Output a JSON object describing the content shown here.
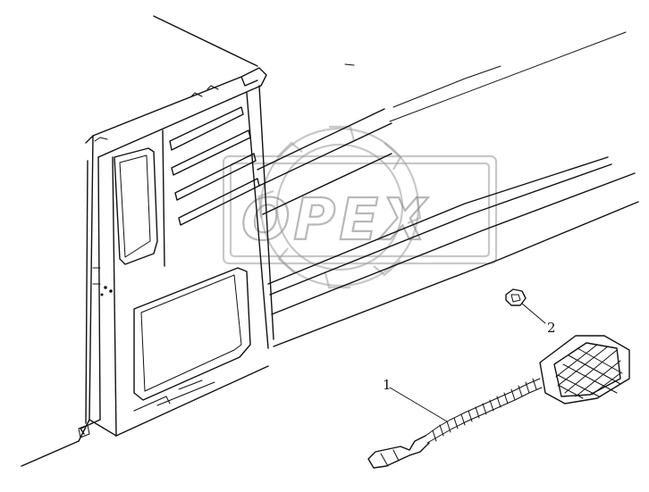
{
  "diagram": {
    "callouts": [
      {
        "id": "1",
        "label": "1",
        "part": "wire-harness-with-connector"
      },
      {
        "id": "2",
        "label": "2",
        "part": "clip-nut"
      }
    ],
    "watermark": {
      "text": "OPEX",
      "icon": "gear-watermark-icon"
    },
    "colors": {
      "ink": "#111111",
      "watermark": "#8a8a8a",
      "background": "#ffffff"
    }
  }
}
